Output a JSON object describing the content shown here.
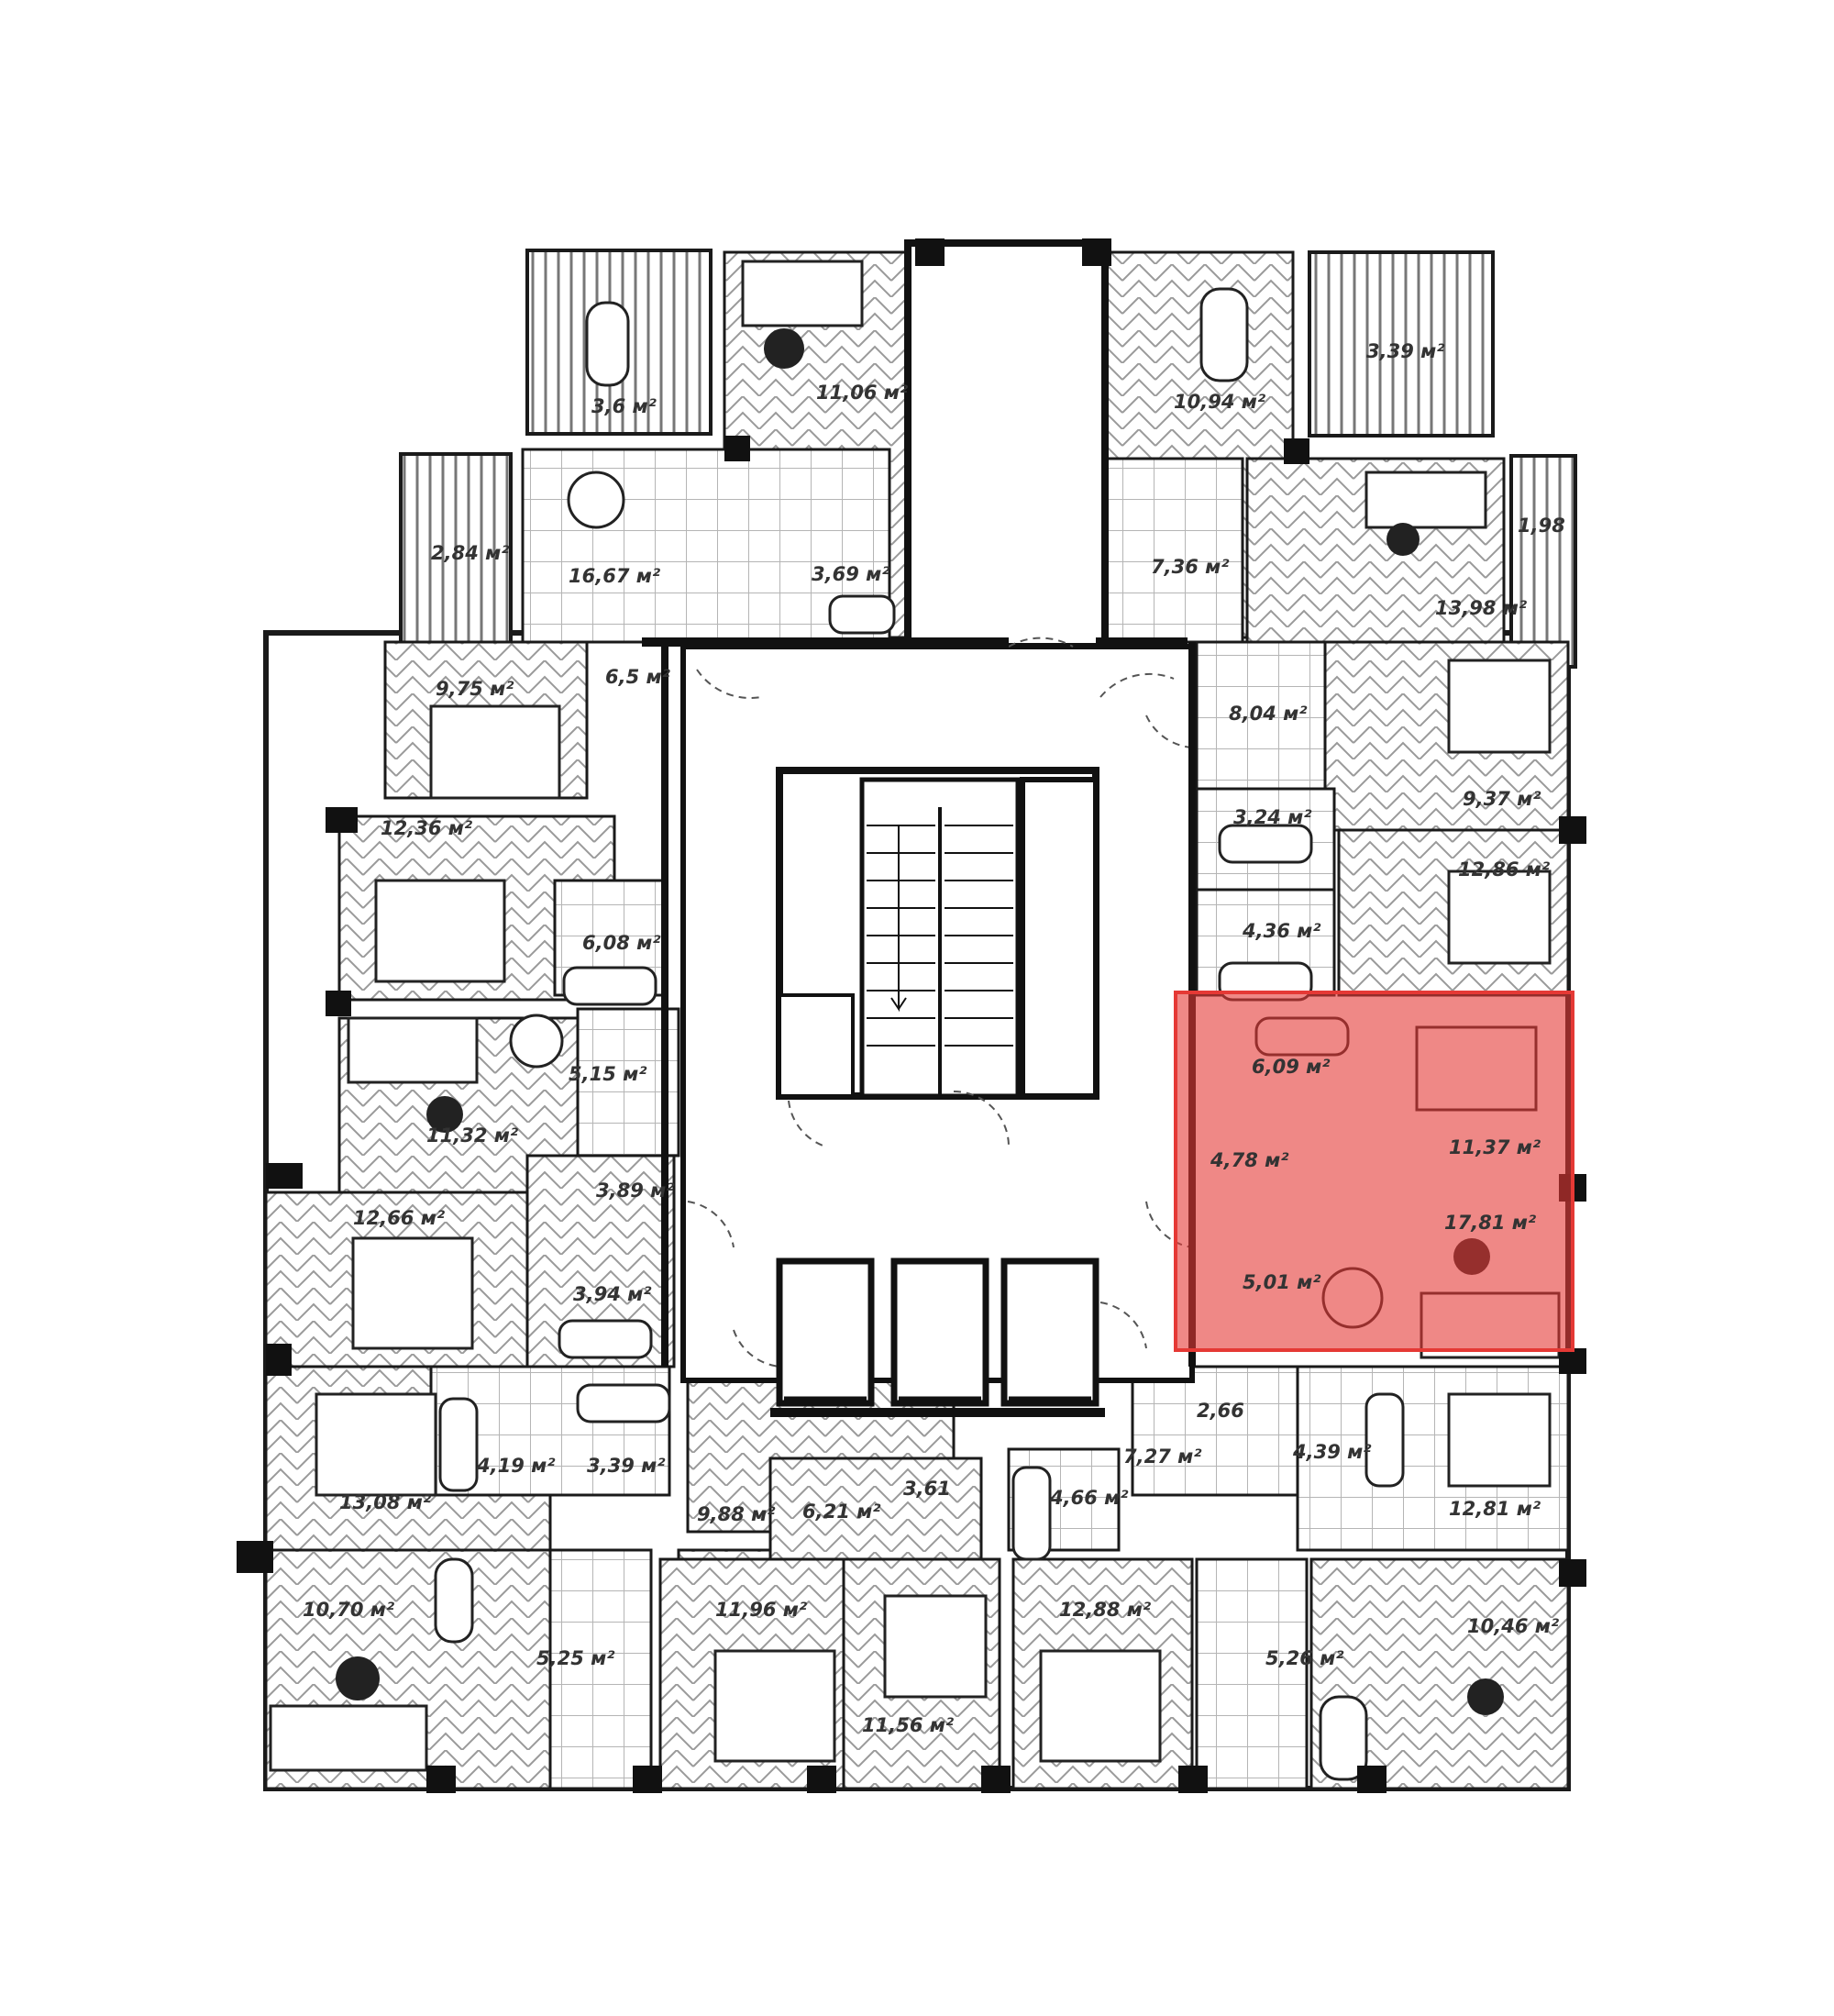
{
  "highlight": {
    "color": "#e53935",
    "opacity": 0.6
  },
  "rooms": [
    {
      "id": "r01",
      "label": "3,6 м²"
    },
    {
      "id": "r02",
      "label": "11,06 м²"
    },
    {
      "id": "r03",
      "label": "10,94 м²"
    },
    {
      "id": "r04",
      "label": "3,39 м²"
    },
    {
      "id": "r05",
      "label": "2,84 м²"
    },
    {
      "id": "r06",
      "label": "16,67 м²"
    },
    {
      "id": "r07",
      "label": "3,69 м²"
    },
    {
      "id": "r08",
      "label": "7,36 м²"
    },
    {
      "id": "r09",
      "label": "13,98 м²"
    },
    {
      "id": "r10",
      "label": "1,98"
    },
    {
      "id": "r11",
      "label": "9,75 м²"
    },
    {
      "id": "r12",
      "label": "6,5 м²"
    },
    {
      "id": "r13",
      "label": "8,04 м²"
    },
    {
      "id": "r14",
      "label": "9,37 м²"
    },
    {
      "id": "r15",
      "label": "12,36 м²"
    },
    {
      "id": "r16",
      "label": "3,24 м²"
    },
    {
      "id": "r17",
      "label": "12,86 м²"
    },
    {
      "id": "r18",
      "label": "6,08 м²"
    },
    {
      "id": "r19",
      "label": "4,36 м²"
    },
    {
      "id": "r20",
      "label": "5,15 м²"
    },
    {
      "id": "r21",
      "label": "6,09 м²"
    },
    {
      "id": "r22",
      "label": "11,32 м²"
    },
    {
      "id": "r23",
      "label": "4,78 м²"
    },
    {
      "id": "r24",
      "label": "11,37 м²"
    },
    {
      "id": "r25",
      "label": "3,89 м²"
    },
    {
      "id": "r26",
      "label": "12,66 м²"
    },
    {
      "id": "r27",
      "label": "17,81 м²"
    },
    {
      "id": "r28",
      "label": "3,94 м²"
    },
    {
      "id": "r29",
      "label": "5,01 м²"
    },
    {
      "id": "r30",
      "label": "2,66"
    },
    {
      "id": "r31",
      "label": "13,08 м²"
    },
    {
      "id": "r32",
      "label": "4,19 м²"
    },
    {
      "id": "r33",
      "label": "3,39 м²"
    },
    {
      "id": "r34",
      "label": "4,39 м²"
    },
    {
      "id": "r35",
      "label": "3,61"
    },
    {
      "id": "r36",
      "label": "4,66 м²"
    },
    {
      "id": "r37",
      "label": "7,27 м²"
    },
    {
      "id": "r38",
      "label": "12,81 м²"
    },
    {
      "id": "r39",
      "label": "9,88 м²"
    },
    {
      "id": "r40",
      "label": "6,21 м²"
    },
    {
      "id": "r41",
      "label": "10,70 м²"
    },
    {
      "id": "r42",
      "label": "11,96 м²"
    },
    {
      "id": "r43",
      "label": "12,88 м²"
    },
    {
      "id": "r44",
      "label": "10,46 м²"
    },
    {
      "id": "r45",
      "label": "5,25 м²"
    },
    {
      "id": "r46",
      "label": "11,56 м²"
    },
    {
      "id": "r47",
      "label": "5,26 м²"
    }
  ]
}
